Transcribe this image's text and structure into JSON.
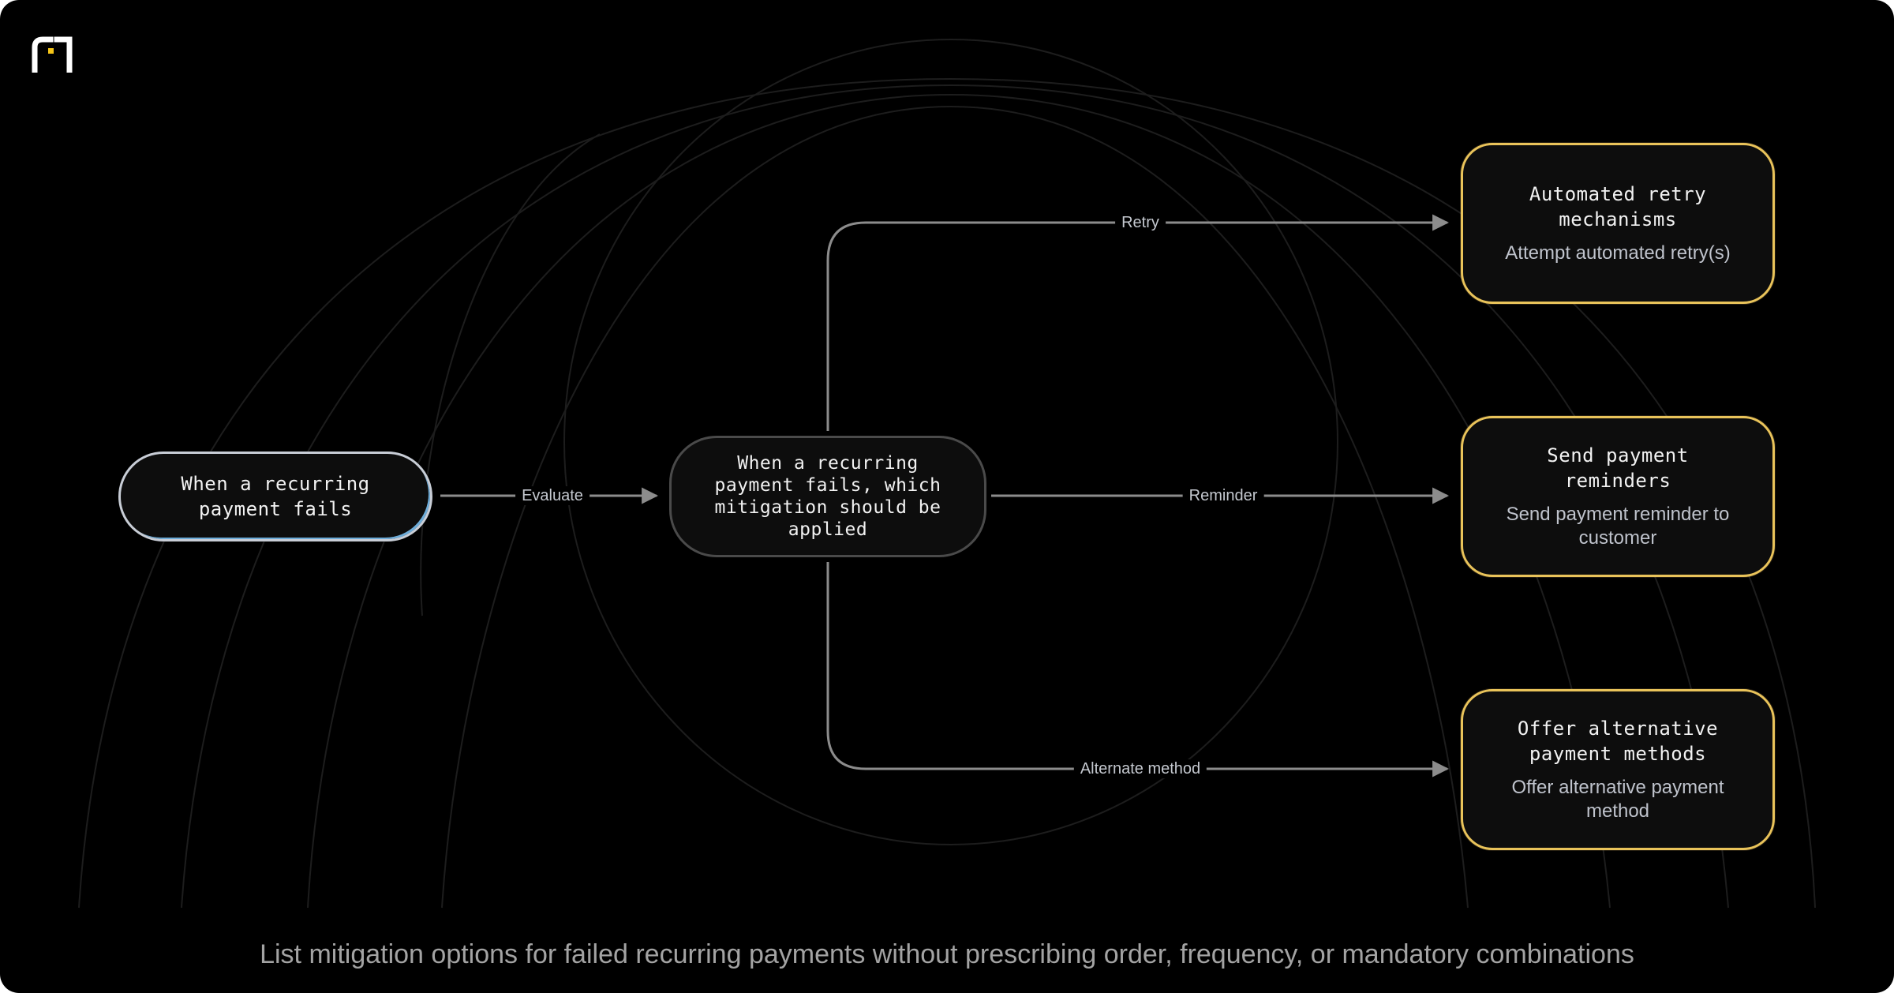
{
  "diagram": {
    "caption": "List mitigation options for failed recurring payments without prescribing order, frequency, or mandatory combinations",
    "colors": {
      "background": "#000000",
      "start_border": "#c8cdd6",
      "start_accent": "#78bef0",
      "decision_border": "#4a4a4a",
      "outcome_border": "#e9c35a",
      "edge": "#8c8c8c"
    },
    "logo": {
      "icon": "brand-logo-icon",
      "accent": "#f5c518"
    },
    "nodes": {
      "start": {
        "title": "When a recurring payment fails"
      },
      "decision": {
        "title": "When a recurring payment fails, which mitigation should be applied"
      },
      "outcomes": [
        {
          "title": "Automated retry mechanisms",
          "subtitle": "Attempt automated retry(s)"
        },
        {
          "title": "Send payment reminders",
          "subtitle": "Send payment reminder to customer"
        },
        {
          "title": "Offer alternative payment methods",
          "subtitle": "Offer alternative payment method"
        }
      ]
    },
    "edges": [
      {
        "from": "start",
        "to": "decision",
        "label": "Evaluate"
      },
      {
        "from": "decision",
        "to": "outcome-1",
        "label": "Retry"
      },
      {
        "from": "decision",
        "to": "outcome-2",
        "label": "Reminder"
      },
      {
        "from": "decision",
        "to": "outcome-3",
        "label": "Alternate method"
      }
    ]
  }
}
